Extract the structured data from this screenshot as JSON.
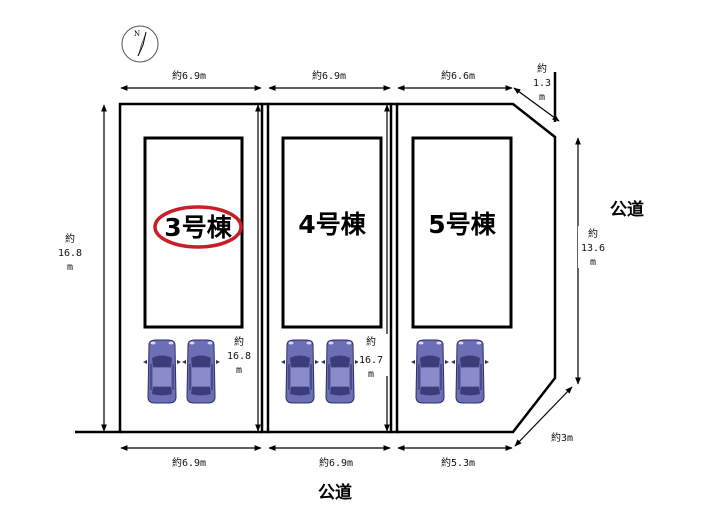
{
  "compass": {
    "north_label": "N"
  },
  "houses": [
    {
      "label": "3号棟",
      "highlighted": true
    },
    {
      "label": "4号棟",
      "highlighted": false
    },
    {
      "label": "5号棟",
      "highlighted": false
    }
  ],
  "dimensions": {
    "top_1": "約6.9m",
    "top_2": "約6.9m",
    "top_3": "約6.6m",
    "corner_top": [
      "約",
      "1.3",
      "m"
    ],
    "bottom_1": "約6.9m",
    "bottom_2": "約6.9m",
    "bottom_3": "約5.3m",
    "corner_bottom": "約3m",
    "left_depth": [
      "約",
      "16.8",
      "m"
    ],
    "inner_depth_1": [
      "約",
      "16.8",
      "m"
    ],
    "inner_depth_2": [
      "約",
      "16.7",
      "m"
    ],
    "right_depth": [
      "約",
      "13.6",
      "m"
    ]
  },
  "roads": {
    "right": "公道",
    "bottom": "公道"
  },
  "colors": {
    "car_body": "#6d6fb6",
    "car_dark": "#3b3d7a",
    "highlight_circle": "#c81e28",
    "line": "#000000"
  }
}
